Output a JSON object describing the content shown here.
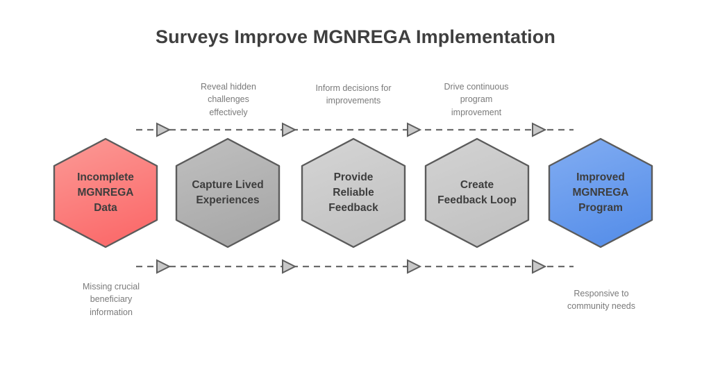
{
  "diagram": {
    "title": "Surveys Improve MGNREGA Implementation",
    "background": "#ffffff",
    "title_color": "#3f3f3f",
    "caption_color": "#7a7a7a",
    "node_text_color": "#3d3d3d",
    "connector_color": "#6b6b6b"
  },
  "nodes": [
    {
      "id": "incomplete-data",
      "label": "Incomplete\nMGNREGA\nData",
      "fill_top": "#fb9a96",
      "fill_bottom": "#fb6d6d",
      "stroke": "#5b5b5b"
    },
    {
      "id": "capture-lived-experiences",
      "label": "Capture Lived\nExperiences",
      "fill_top": "#c0c0c0",
      "fill_bottom": "#a9a9a9",
      "stroke": "#5b5b5b"
    },
    {
      "id": "provide-reliable-feedback",
      "label": "Provide\nReliable\nFeedback",
      "fill_top": "#d5d5d5",
      "fill_bottom": "#c3c3c3",
      "stroke": "#5b5b5b"
    },
    {
      "id": "create-feedback-loop",
      "label": "Create\nFeedback Loop",
      "fill_top": "#d3d3d3",
      "fill_bottom": "#c2c2c2",
      "stroke": "#5b5b5b"
    },
    {
      "id": "improved-program",
      "label": "Improved\nMGNREGA\nProgram",
      "fill_top": "#82adf2",
      "fill_bottom": "#5a91ea",
      "stroke": "#5b5b5b"
    }
  ],
  "captions": {
    "top": [
      {
        "id": "reveal-hidden-challenges",
        "text": "Reveal hidden\nchallenges\neffectively"
      },
      {
        "id": "inform-decisions",
        "text": "Inform decisions for\nimprovements"
      },
      {
        "id": "drive-continuous-improvement",
        "text": "Drive continuous\nprogram\nimprovement"
      }
    ],
    "bottom": [
      {
        "id": "missing-beneficiary-info",
        "text": "Missing crucial\nbeneficiary\ninformation"
      },
      {
        "id": "responsive-community-needs",
        "text": "Responsive to\ncommunity needs"
      }
    ]
  }
}
